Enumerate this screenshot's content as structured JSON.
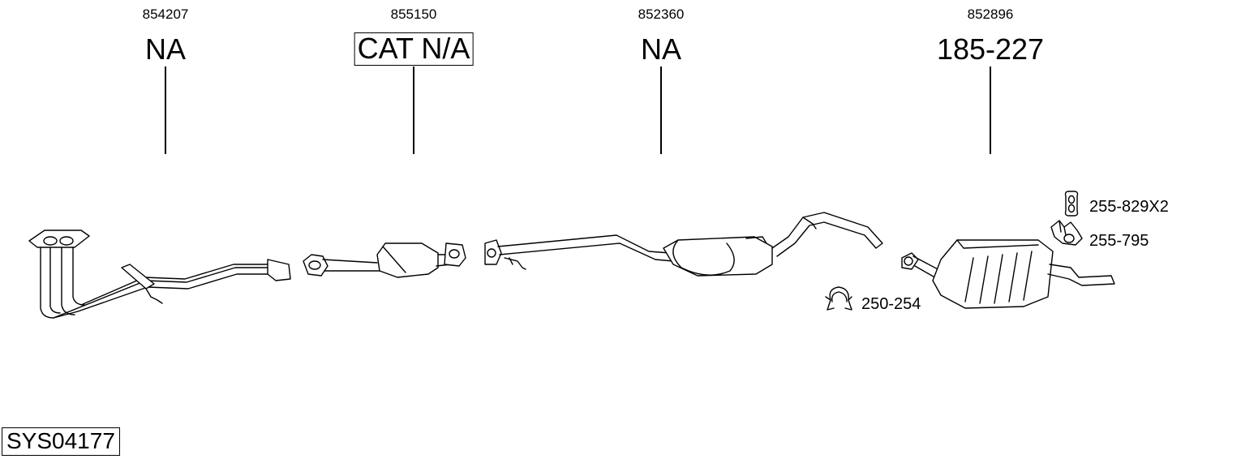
{
  "parts": [
    {
      "number": "854207",
      "code": "NA",
      "boxed": false
    },
    {
      "number": "855150",
      "code": "CAT N/A",
      "boxed": true
    },
    {
      "number": "852360",
      "code": "NA",
      "boxed": false
    },
    {
      "number": "852896",
      "code": "185-227",
      "boxed": false
    }
  ],
  "accessories": [
    {
      "code": "255-829X2"
    },
    {
      "code": "255-795"
    },
    {
      "code": "250-254"
    }
  ],
  "system_id": "SYS04177"
}
